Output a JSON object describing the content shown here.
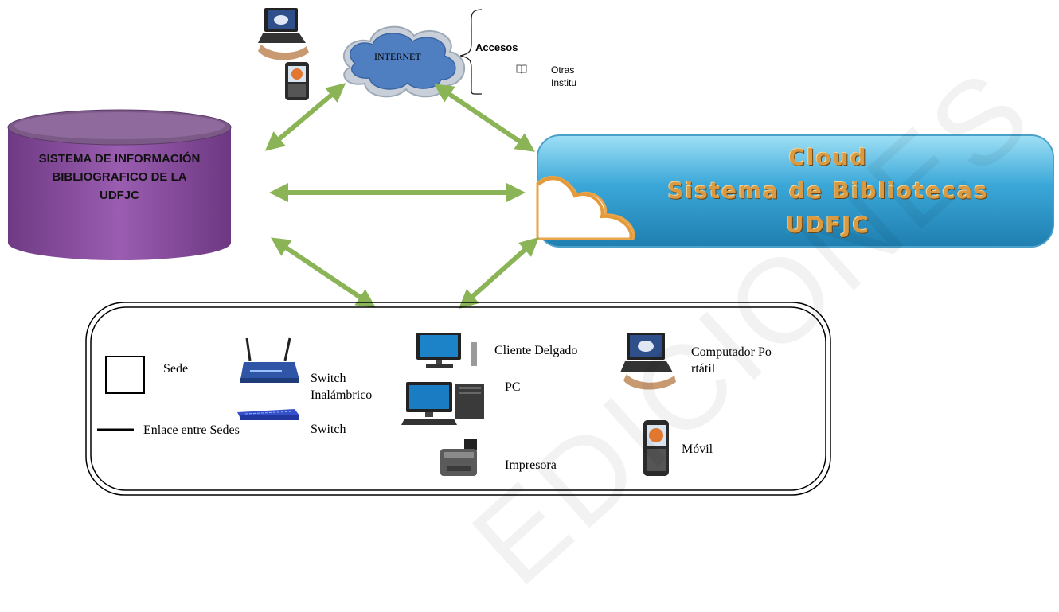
{
  "internet": {
    "label": "INTERNET"
  },
  "accesos": {
    "title": "Accesos",
    "item": "Otras Institu",
    "bullet_icon": "book-icon"
  },
  "database": {
    "title": "SISTEMA DE INFORMACIÓN BIBLIOGRAFICO DE LA UDFJC",
    "color": "#8a4fa0"
  },
  "cloud": {
    "line1": "Cloud",
    "line2": "Sistema de Bibliotecas",
    "line3": "UDFJC",
    "color": "#3aa7d8"
  },
  "legend": {
    "sede": "Sede",
    "enlace": "Enlace entre Sedes",
    "switch_inalambrico": "Switch Inalámbrico",
    "switch": "Switch",
    "cliente_delgado": "Cliente Delgado",
    "pc": "PC",
    "impresora": "Impresora",
    "computador_portatil": "Computador Portátil",
    "movil": "Móvil"
  },
  "watermark": "EDICIONES",
  "arrow_color": "#8ab456"
}
